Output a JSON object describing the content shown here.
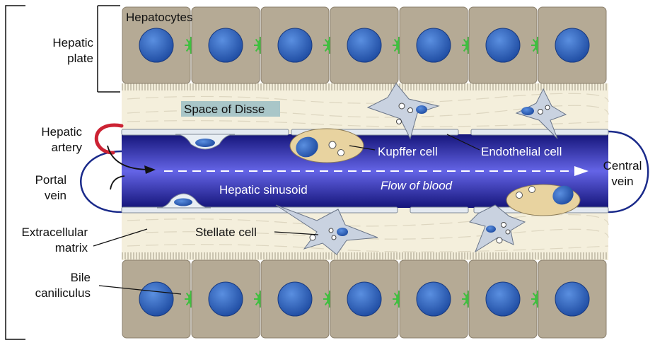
{
  "labels": {
    "hepatocytes": "Hepatocytes",
    "hepatic_plate_1": "Hepatic",
    "hepatic_plate_2": "plate",
    "hepatic_artery_1": "Hepatic",
    "hepatic_artery_2": "artery",
    "portal_vein_1": "Portal",
    "portal_vein_2": "vein",
    "extracellular_matrix_1": "Extracellular",
    "extracellular_matrix_2": "matrix",
    "bile_canaliculus_1": "Bile",
    "bile_canaliculus_2": "caniliculus",
    "space_of_disse": "Space of Disse",
    "kupffer_cell": "Kupffer cell",
    "endothelial_cell": "Endothelial cell",
    "hepatic_sinusoid": "Hepatic sinusoid",
    "flow_of_blood": "Flow of blood",
    "stellate_cell": "Stellate cell",
    "central_vein_1": "Central",
    "central_vein_2": "vein"
  },
  "colors": {
    "hepatocyte": "#b5aa95",
    "hepatocyte_edge": "#8a7f6c",
    "nucleus": "#2a5fb8",
    "bile_green": "#3fbf3f",
    "disse": "#f3eedc",
    "sinusoid_dark": "#1a1a8a",
    "sinusoid_light": "#5a5ae0",
    "endothelial": "#dfe6ee",
    "kupffer": "#e8d3a0",
    "stellate": "#c9d2e0",
    "artery": "#cc2233",
    "vein": "#1a2a8a"
  }
}
